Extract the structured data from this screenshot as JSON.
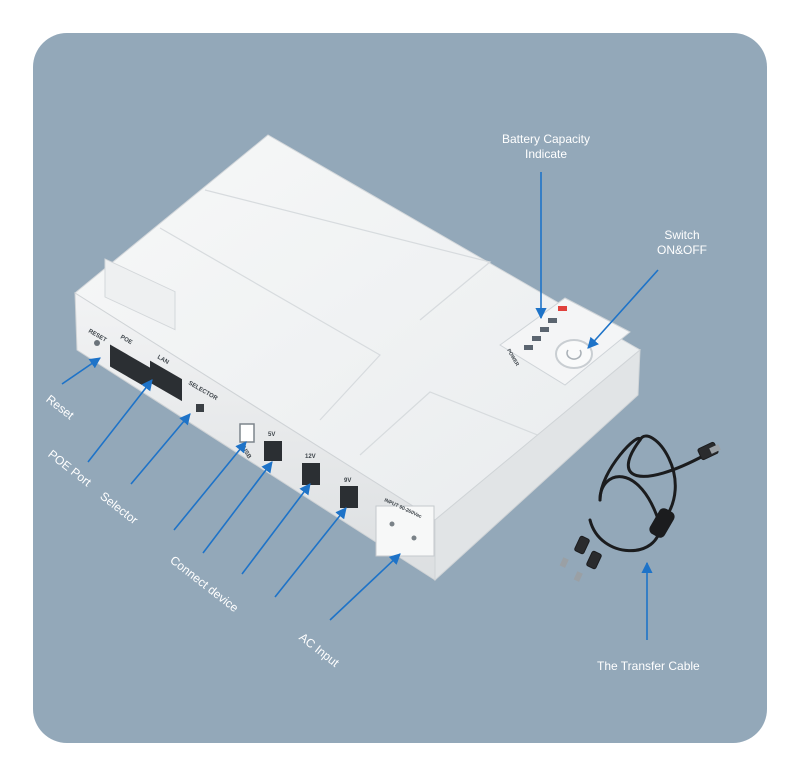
{
  "labels": {
    "battery_line1": "Battery Capacity",
    "battery_line2": "Indicate",
    "switch_line1": "Switch",
    "switch_line2": "ON&OFF",
    "reset": "Reset",
    "poe_port": "POE Port",
    "selector": "Selector",
    "connect_device": "Connect device",
    "ac_input": "AC Input",
    "transfer_cable": "The Transfer Cable"
  },
  "device_print": {
    "reset": "RESET",
    "poe": "POE",
    "lan": "LAN",
    "selector": "SELECTOR",
    "usb": "USB",
    "v5": "5V",
    "v12": "12V",
    "v9": "9V",
    "input": "INPUT 90-260Vac",
    "power": "POWER"
  },
  "colors": {
    "panel": "#93a8b9",
    "arrow": "#1e73c8",
    "device": "#eceeef"
  }
}
